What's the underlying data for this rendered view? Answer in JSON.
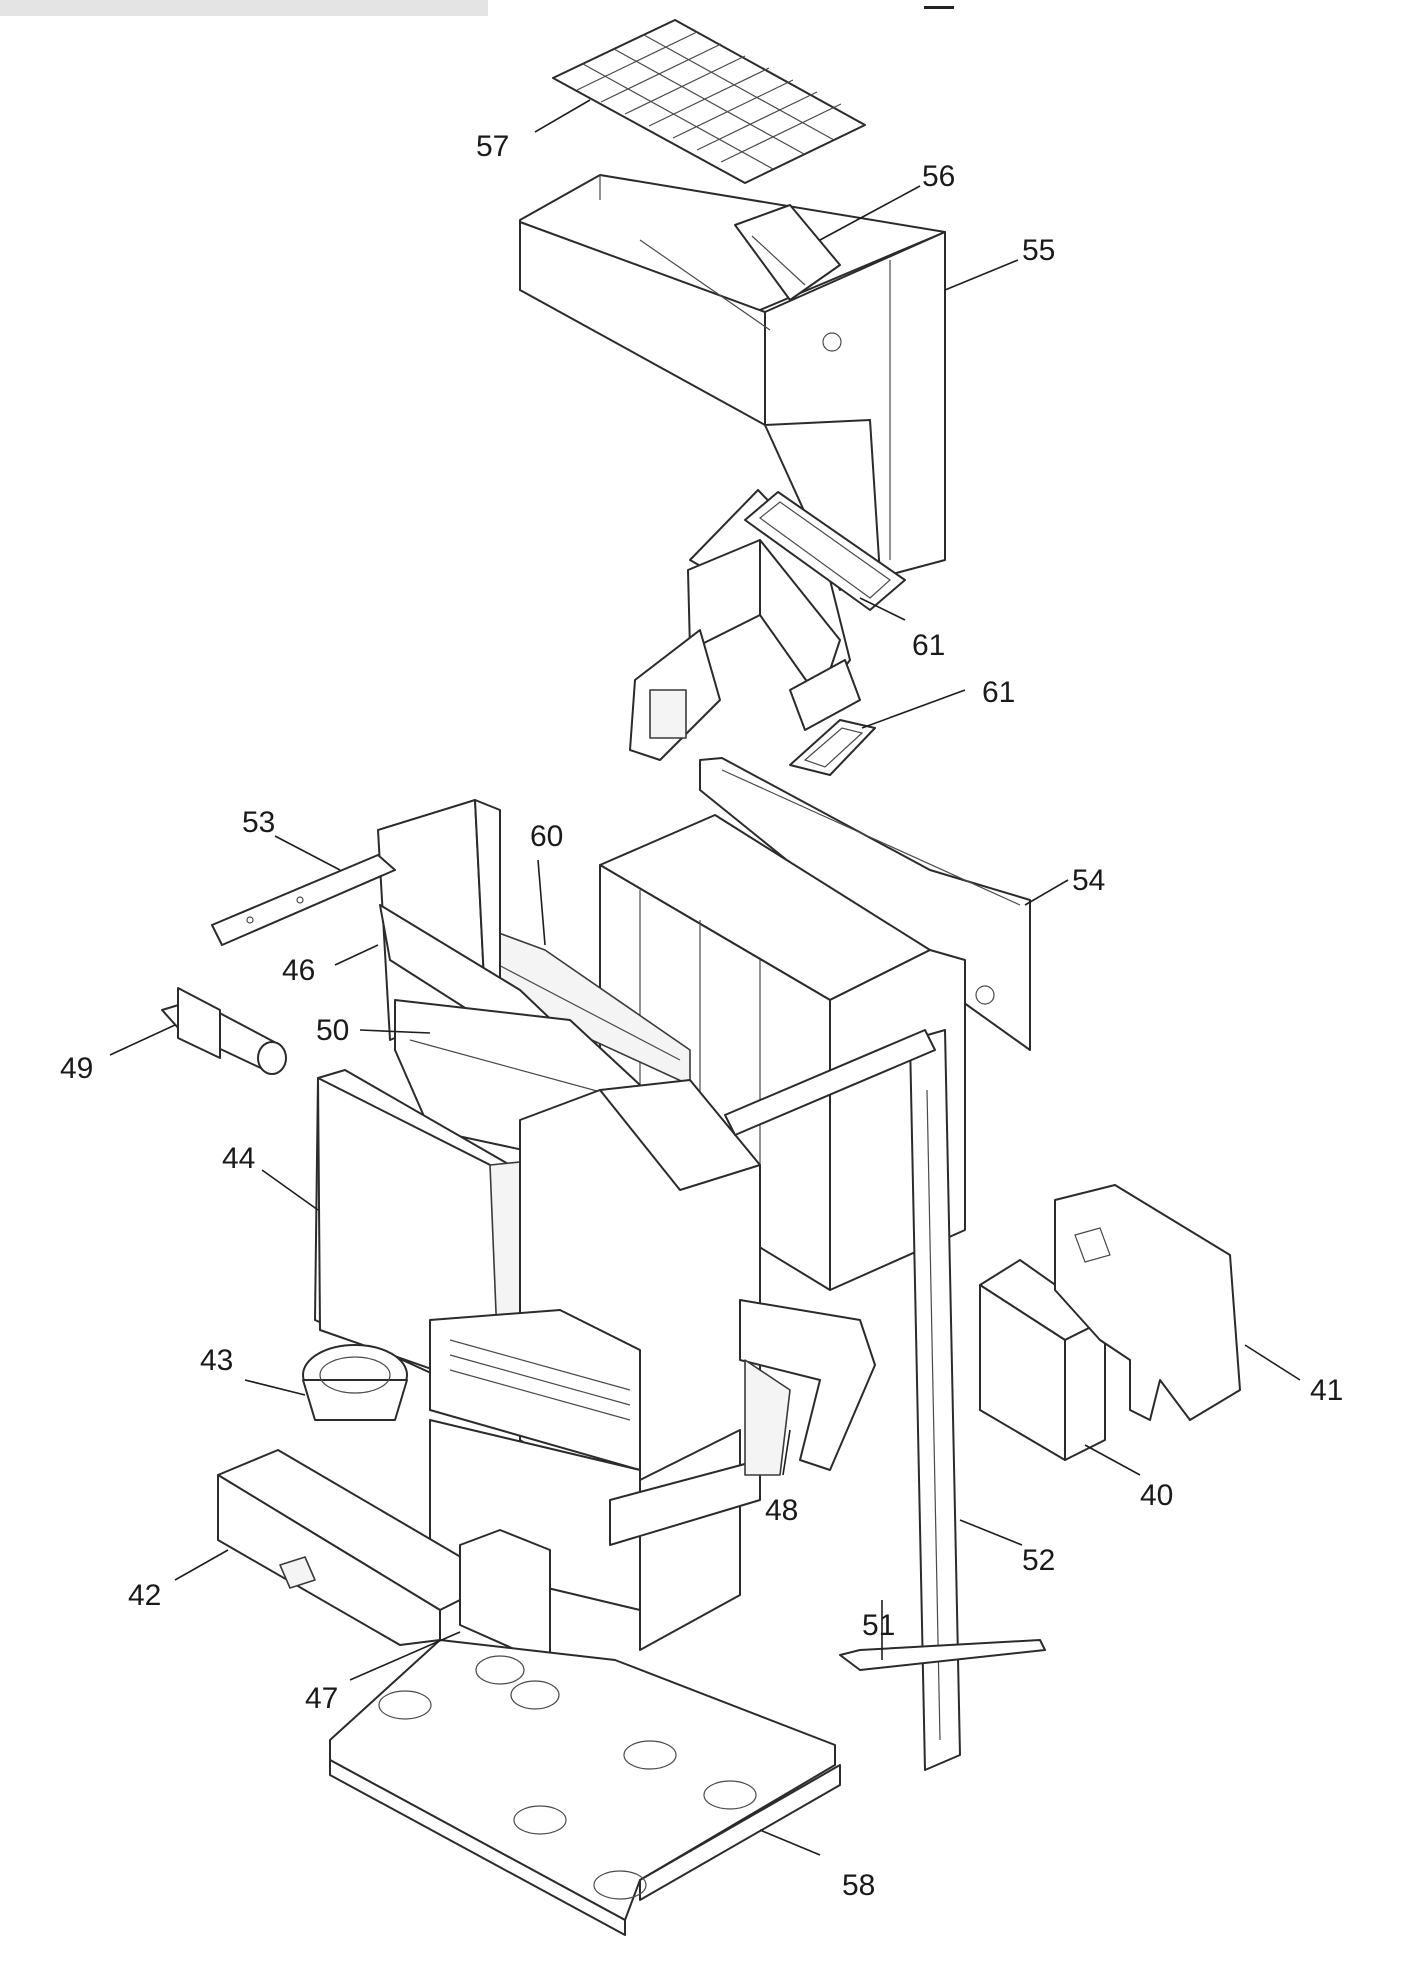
{
  "diagram": {
    "type": "exploded-parts-view",
    "callouts": [
      {
        "id": "57",
        "label": "57"
      },
      {
        "id": "56",
        "label": "56"
      },
      {
        "id": "55",
        "label": "55"
      },
      {
        "id": "61a",
        "label": "61"
      },
      {
        "id": "61b",
        "label": "61"
      },
      {
        "id": "53",
        "label": "53"
      },
      {
        "id": "60",
        "label": "60"
      },
      {
        "id": "54",
        "label": "54"
      },
      {
        "id": "46",
        "label": "46"
      },
      {
        "id": "50",
        "label": "50"
      },
      {
        "id": "49",
        "label": "49"
      },
      {
        "id": "44",
        "label": "44"
      },
      {
        "id": "43",
        "label": "43"
      },
      {
        "id": "41",
        "label": "41"
      },
      {
        "id": "40",
        "label": "40"
      },
      {
        "id": "48",
        "label": "48"
      },
      {
        "id": "52",
        "label": "52"
      },
      {
        "id": "42",
        "label": "42"
      },
      {
        "id": "51",
        "label": "51"
      },
      {
        "id": "47",
        "label": "47"
      },
      {
        "id": "58",
        "label": "58"
      }
    ]
  }
}
